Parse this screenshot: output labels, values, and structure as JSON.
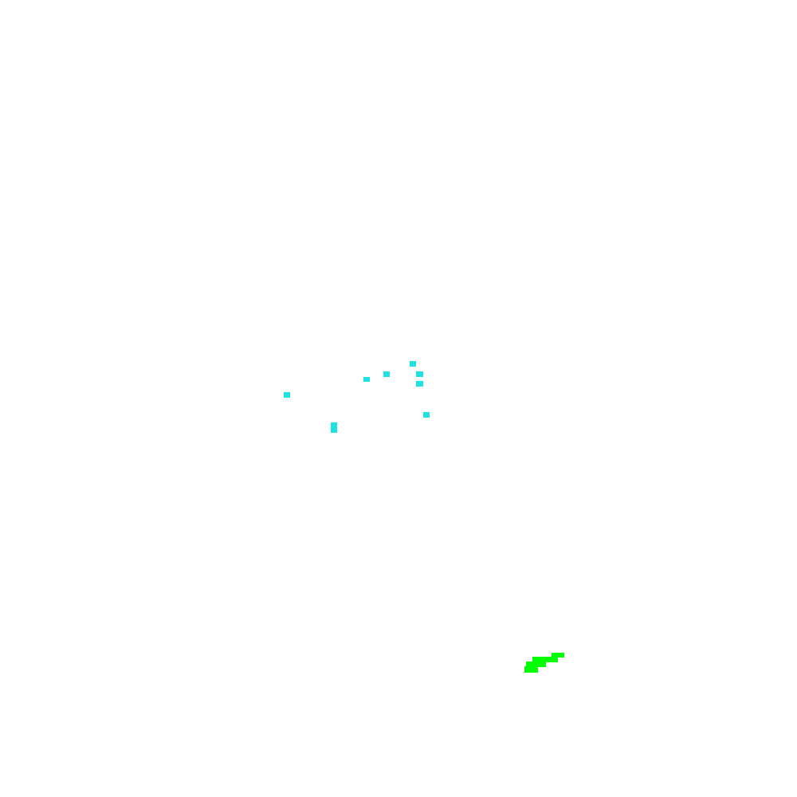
{
  "colors": {
    "background": "#ffffff",
    "dot": "#1ee1e1",
    "blob": "#00ff00"
  },
  "shapes": {
    "dots": {
      "name": "cyan-pixel-markers",
      "count": 9
    },
    "blob": {
      "name": "green-pixel-blob"
    }
  }
}
